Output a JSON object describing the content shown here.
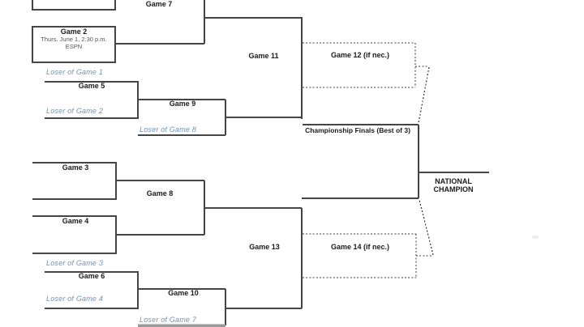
{
  "diagram_type": "double-elimination-tournament-bracket",
  "colors": {
    "solid_line": "#454545",
    "dashed_line": "#3c3c3c",
    "loser_text": "#6f92b8",
    "label_text": "#1a1a1a",
    "detail_text": "#555555",
    "cutoff_line": "#9a9a9a",
    "background": "#ffffff"
  },
  "game2_box": {
    "title": "Game 2",
    "schedule": "Thurs. June 1, 2:30 p.m.",
    "network": "ESPN"
  },
  "labels": {
    "game7": "Game 7",
    "game5": "Game 5",
    "game9": "Game 9",
    "game11": "Game 11",
    "game12": "Game 12 (if nec.)",
    "game3": "Game 3",
    "game4": "Game 4",
    "game8": "Game 8",
    "game6": "Game 6",
    "game10": "Game 10",
    "game13": "Game 13",
    "game14": "Game 14 (if nec.)",
    "loser_game1": "Loser of Game 1",
    "loser_game2": "Loser of Game 2",
    "loser_game8": "Loser of Game 8",
    "loser_game3": "Loser of Game 3",
    "loser_game4": "Loser of Game 4",
    "loser_game7": "Loser of Game 7"
  },
  "championship": {
    "finals_label": "Championship Finals (Best of 3)",
    "champion_line1": "NATIONAL",
    "champion_line2": "CHAMPION"
  }
}
